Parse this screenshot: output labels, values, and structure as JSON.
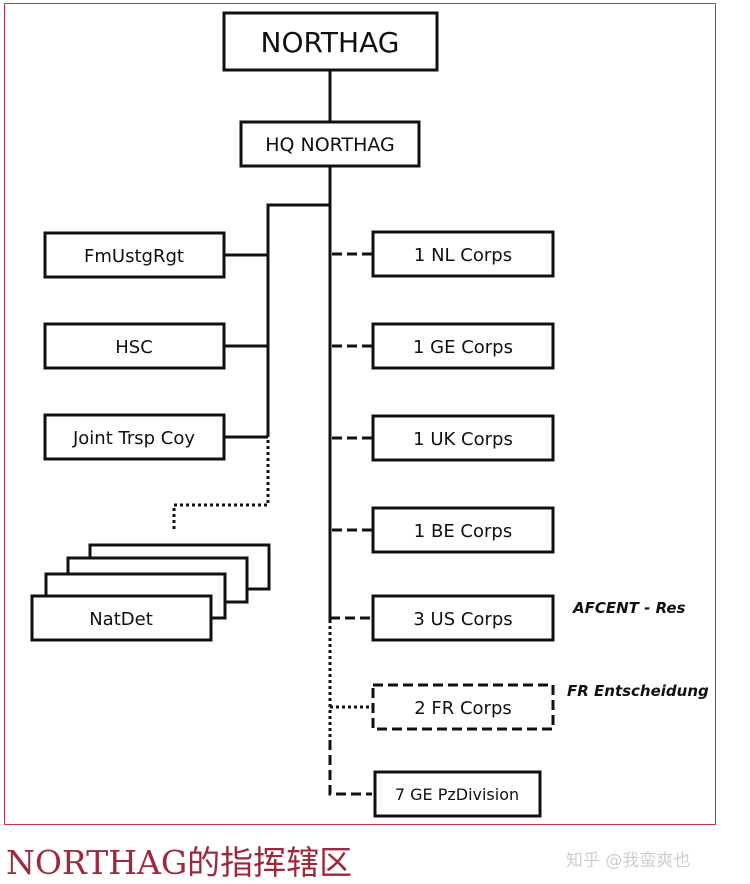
{
  "diagram": {
    "top": "NORTHAG",
    "hq": "HQ NORTHAG",
    "left_units": [
      "FmUstgRgt",
      "HSC",
      "Joint Trsp Coy"
    ],
    "natdet": "NatDet",
    "right_units": [
      "1 NL Corps",
      "1 GE Corps",
      "1 UK Corps",
      "1 BE Corps",
      "3 US Corps",
      "2 FR Corps",
      "7 GE PzDivision"
    ],
    "notes": {
      "us": "AFCENT - Res",
      "fr": "FR Entscheidung"
    }
  },
  "caption": "NORTHAG的指挥辖区",
  "watermark": "知乎 @我蛮爽也",
  "colors": {
    "frame": "#c8324a",
    "caption": "#a0283c",
    "line": "#111111"
  }
}
